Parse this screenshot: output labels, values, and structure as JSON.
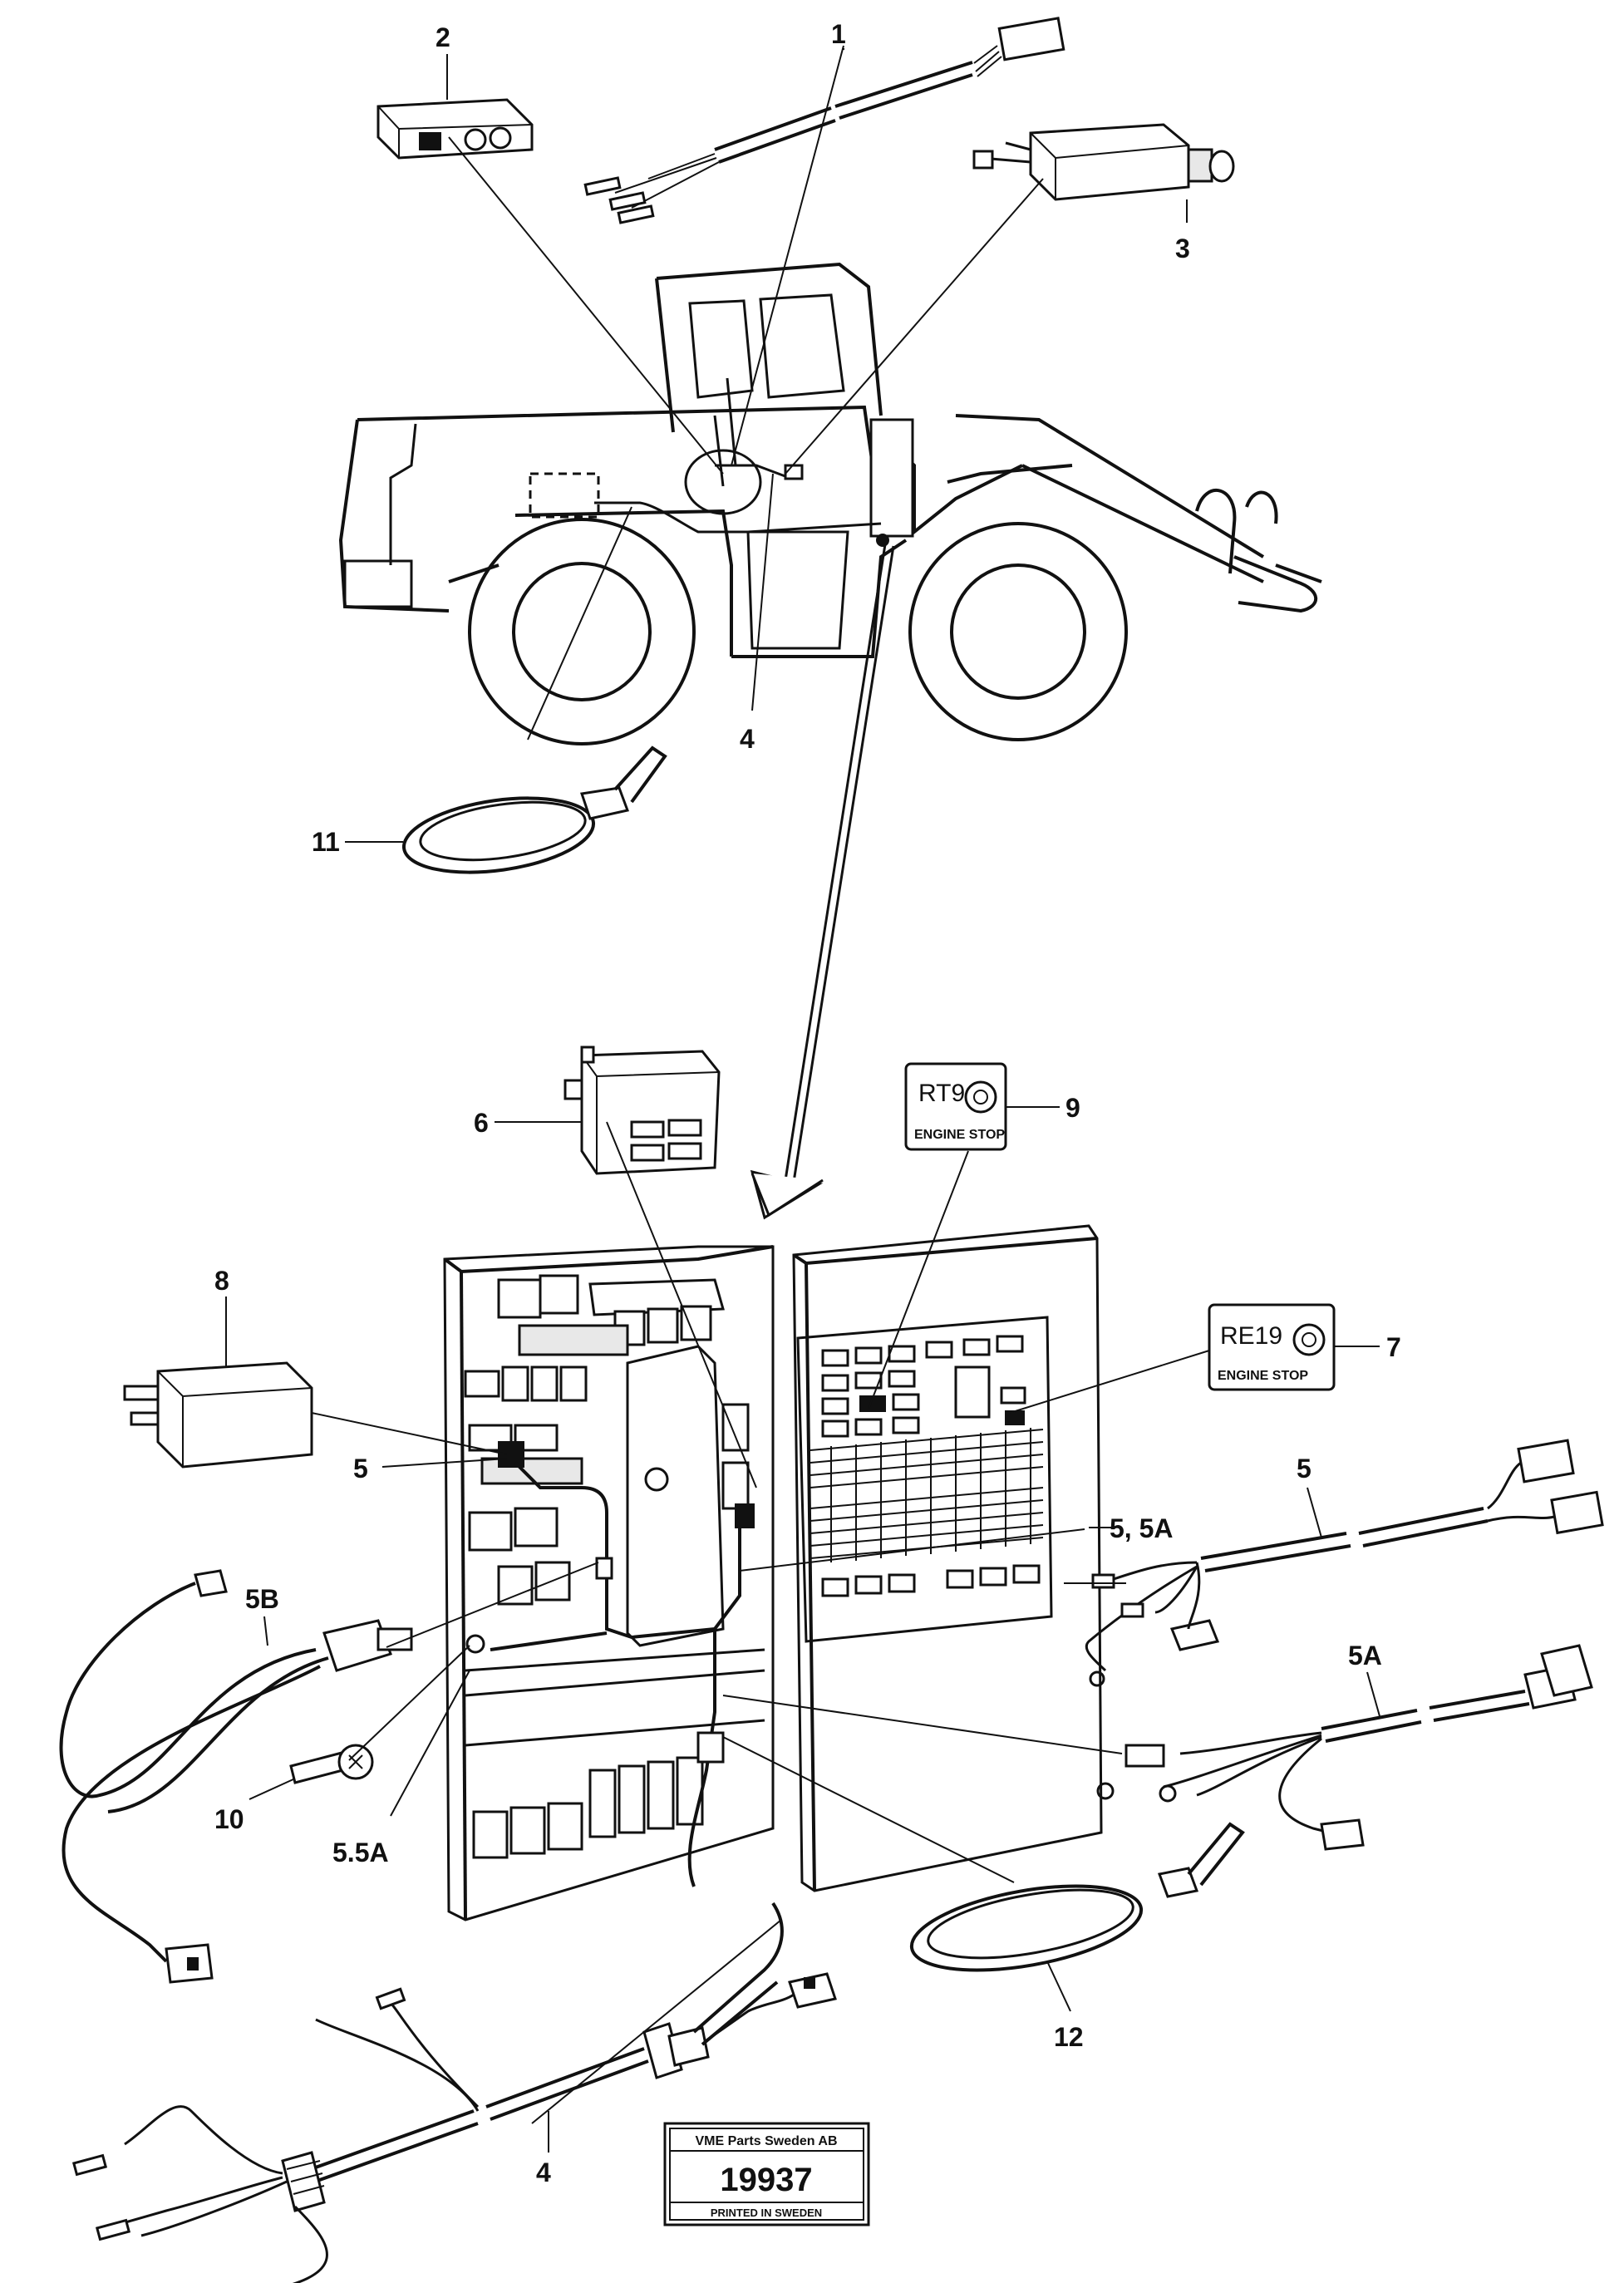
{
  "callouts": {
    "c1": "1",
    "c2": "2",
    "c3": "3",
    "c4_machine": "4",
    "c11": "11",
    "c6": "6",
    "c9": "9",
    "c8": "8",
    "c7": "7",
    "c5_panel": "5",
    "c5_5a_right": "5, 5A",
    "c5_harness": "5",
    "c5b": "5B",
    "c5a": "5A",
    "c10": "10",
    "c5_5a_bottom": "5.5A",
    "c4_bottom": "4",
    "c12": "12"
  },
  "plates": {
    "rt9": {
      "code": "RT9",
      "text": "ENGINE STOP"
    },
    "re19": {
      "code": "RE19",
      "text": "ENGINE STOP"
    }
  },
  "stamp": {
    "company": "VME Parts Sweden AB",
    "number": "19937",
    "footer": "PRINTED IN SWEDEN"
  },
  "colors": {
    "line": "#111111",
    "background": "#ffffff"
  }
}
